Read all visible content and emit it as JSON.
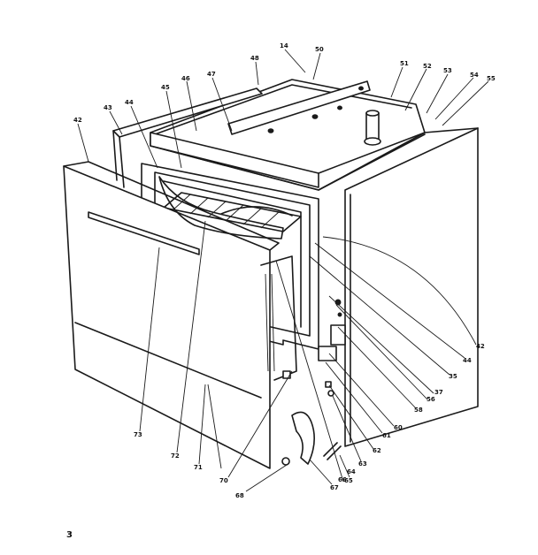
{
  "page_number": "3",
  "callouts": [
    {
      "id": "c42a",
      "text": "42"
    },
    {
      "id": "c43",
      "text": "43"
    },
    {
      "id": "c44a",
      "text": "44"
    },
    {
      "id": "c45",
      "text": "45"
    },
    {
      "id": "c46",
      "text": "46"
    },
    {
      "id": "c47",
      "text": "47"
    },
    {
      "id": "c48",
      "text": "48"
    },
    {
      "id": "c14",
      "text": "14"
    },
    {
      "id": "c50",
      "text": "50"
    },
    {
      "id": "c51",
      "text": "51"
    },
    {
      "id": "c52",
      "text": "52"
    },
    {
      "id": "c53",
      "text": "53"
    },
    {
      "id": "c54",
      "text": "54"
    },
    {
      "id": "c55",
      "text": "55"
    },
    {
      "id": "c42b",
      "text": "42"
    },
    {
      "id": "c44b",
      "text": "44"
    },
    {
      "id": "c35",
      "text": "35"
    },
    {
      "id": "c37",
      "text": "37"
    },
    {
      "id": "c56",
      "text": "56"
    },
    {
      "id": "c58",
      "text": "58"
    },
    {
      "id": "c60",
      "text": "60"
    },
    {
      "id": "c61",
      "text": "61"
    },
    {
      "id": "c62",
      "text": "62"
    },
    {
      "id": "c63",
      "text": "63"
    },
    {
      "id": "c64",
      "text": "64"
    },
    {
      "id": "c65",
      "text": "65"
    },
    {
      "id": "c67",
      "text": "67"
    },
    {
      "id": "c66",
      "text": "66"
    },
    {
      "id": "c68",
      "text": "68"
    },
    {
      "id": "c70",
      "text": "70"
    },
    {
      "id": "c71",
      "text": "71"
    },
    {
      "id": "c72",
      "text": "72"
    },
    {
      "id": "c73",
      "text": "73"
    }
  ]
}
